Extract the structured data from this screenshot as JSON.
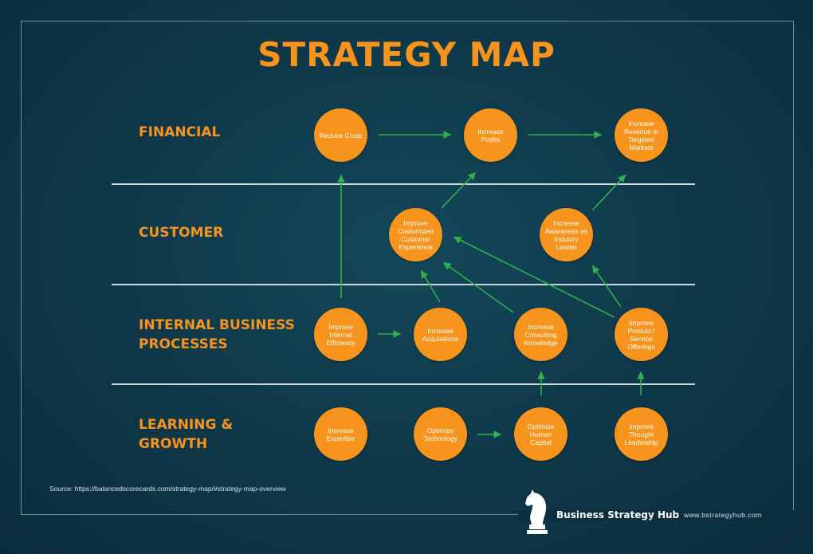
{
  "title": "STRATEGY MAP",
  "rows": {
    "financial": "FINANCIAL",
    "customer": "CUSTOMER",
    "internal_1": "INTERNAL BUSINESS",
    "internal_2": "PROCESSES",
    "learning_1": "LEARNING &",
    "learning_2": "GROWTH"
  },
  "nodes": {
    "reduce_costs": "Reduce Costs",
    "increase_profits": "Increase Profits",
    "increase_revenue": "Increase Revenue in Targeted Markets",
    "improve_customer_experience": "Improve Customized Customer Experience",
    "increase_awareness": "Increase Awareness as Industry Leader",
    "improve_efficiency": "Improve Internal Efficiency",
    "increase_acquisitions": "Increase Acquisitions",
    "increase_consulting": "Increase Consulting Knowledge",
    "improve_offerings": "Improve Product / Service Offerings",
    "increase_expertise": "Increase Expertise",
    "optimize_technology": "Optimize Technology",
    "optimize_human_capital": "Optimize Human Capital",
    "improve_thought_leadership": "Improve Thought Leadership"
  },
  "colors": {
    "accent": "#f7941d",
    "arrow": "#2eb24b",
    "background": "#0f3a4b"
  },
  "source": "Source: https://balancedscorecards.com/strategy-map/#strategy-map-overview",
  "brand": {
    "name": "Business Strategy Hub",
    "url": "www.bstrategyhub.com",
    "logo_icon": "knight-chess-piece-icon"
  }
}
